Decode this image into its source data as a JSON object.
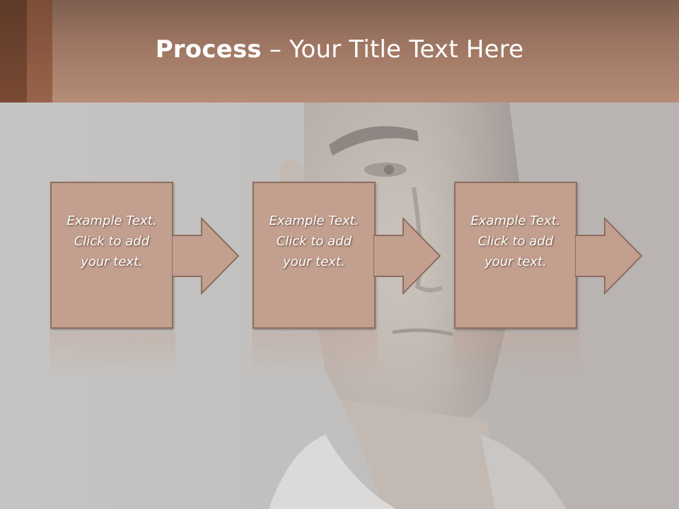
{
  "slide": {
    "title_bold": "Process",
    "title_rest": " – Your Title Text Here"
  },
  "steps": [
    {
      "text": "Example Text.\nClick  to add\nyour text."
    },
    {
      "text": "Example Text.\nClick  to add\nyour text."
    },
    {
      "text": "Example Text.\nClick  to add\nyour text."
    }
  ],
  "colors": {
    "header": "#b58c76",
    "box_fill": "#c29f8e",
    "box_border": "#8b6e61",
    "background": "#c5c3c1"
  }
}
